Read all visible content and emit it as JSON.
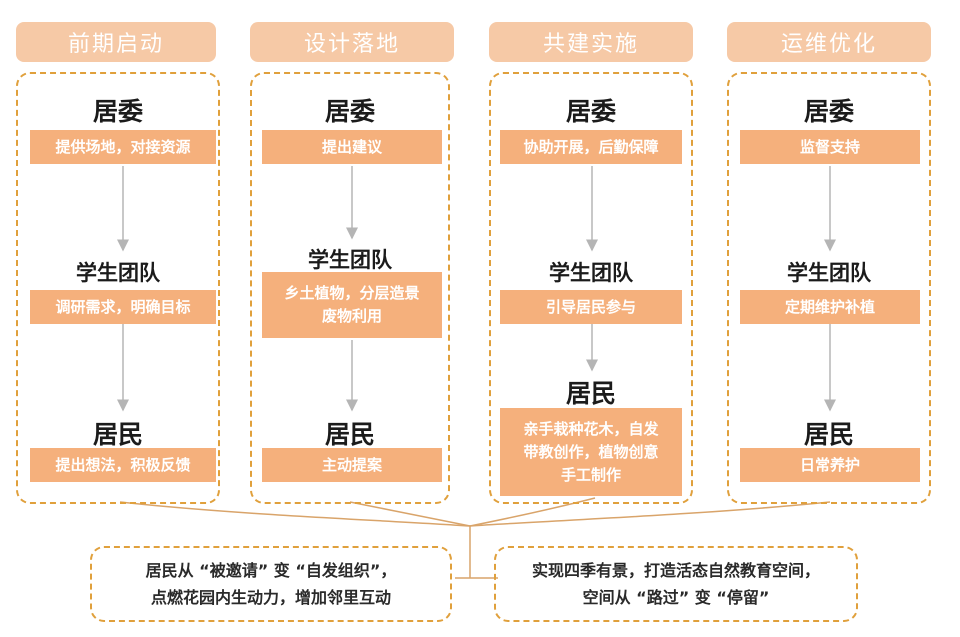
{
  "phases": [
    {
      "title": "前期启动",
      "roles": [
        "居委",
        "学生团队",
        "居民"
      ],
      "actions": [
        [
          "提供场地，对接资源"
        ],
        [
          "调研需求，明确目标"
        ],
        [
          "提出想法，积极反馈"
        ]
      ]
    },
    {
      "title": "设计落地",
      "roles": [
        "居委",
        "学生团队",
        "居民"
      ],
      "actions": [
        [
          "提出建议"
        ],
        [
          "乡土植物，分层造景",
          "废物利用"
        ],
        [
          "主动提案"
        ]
      ]
    },
    {
      "title": "共建实施",
      "roles": [
        "居委",
        "学生团队",
        "居民"
      ],
      "actions": [
        [
          "协助开展，后勤保障"
        ],
        [
          "引导居民参与"
        ],
        [
          "亲手栽种花木，自发",
          "带教创作，植物创意",
          "手工制作"
        ]
      ]
    },
    {
      "title": "运维优化",
      "roles": [
        "居委",
        "学生团队",
        "居民"
      ],
      "actions": [
        [
          "监督支持"
        ],
        [
          "定期维护补植"
        ],
        [
          "日常养护"
        ]
      ]
    }
  ],
  "outcomes": [
    {
      "lines": [
        "居民从 “被邀请” 变 “自发组织”，",
        "点燃花园内生动力，增加邻里互动"
      ]
    },
    {
      "lines": [
        "实现四季有景，打造活态自然教育空间，",
        "空间从 “路过” 变 “停留”"
      ]
    }
  ],
  "colors": {
    "header": "#f6c9a6",
    "action_box": "#f5b07c",
    "dashed_border": "#e0a03c",
    "arrow": "#b5b5b5"
  }
}
